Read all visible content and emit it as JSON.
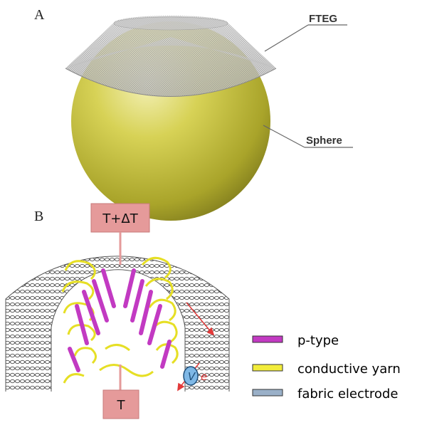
{
  "panels": {
    "a": {
      "label": "A",
      "callouts": {
        "fteg": "FTEG",
        "sphere": "Sphere"
      }
    },
    "b": {
      "label": "B",
      "hot_label": "T+ΔT",
      "cold_label": "T",
      "voltage_symbol": "V",
      "electron_symbol": "e",
      "legend": [
        {
          "label": "p-type",
          "color": "#c23ac2"
        },
        {
          "label": "conductive yarn",
          "color": "#f2ec3b"
        },
        {
          "label": "fabric electrode",
          "color": "#9ab0c8"
        }
      ]
    }
  },
  "colors": {
    "sphere": "#c8c436",
    "fteg_mesh": "#b8b8b8",
    "box_fill": "#e59a9a",
    "red_accent": "#e23a3a"
  }
}
